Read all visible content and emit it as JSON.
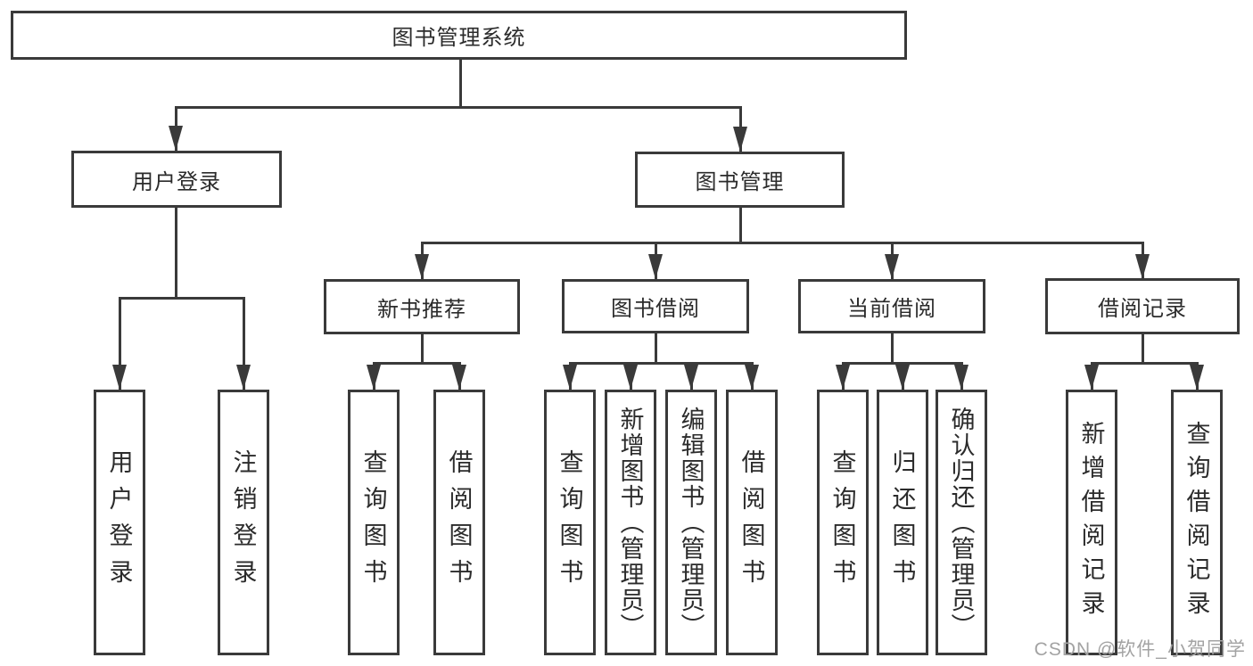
{
  "tree": {
    "root": "图书管理系统",
    "branches": [
      {
        "label": "用户登录",
        "leaves": [
          "用户登录",
          "注销登录"
        ]
      },
      {
        "label": "图书管理",
        "sections": [
          {
            "label": "新书推荐",
            "leaves": [
              "查询图书",
              "借阅图书"
            ]
          },
          {
            "label": "图书借阅",
            "leaves": [
              "查询图书",
              "新增图书（管理员）",
              "编辑图书（管理员）",
              "借阅图书"
            ]
          },
          {
            "label": "当前借阅",
            "leaves": [
              "查询图书",
              "归还图书",
              "确认归还（管理员）"
            ]
          },
          {
            "label": "借阅记录",
            "leaves": [
              "新增借阅记录",
              "查询借阅记录"
            ]
          }
        ]
      }
    ]
  },
  "watermark": {
    "text": "CSDN @软件_小贺同学"
  },
  "colors": {
    "line": "#3a3a3a",
    "text": "#2b2b2b",
    "watermark": "#a3a3a3",
    "background": "#ffffff"
  }
}
